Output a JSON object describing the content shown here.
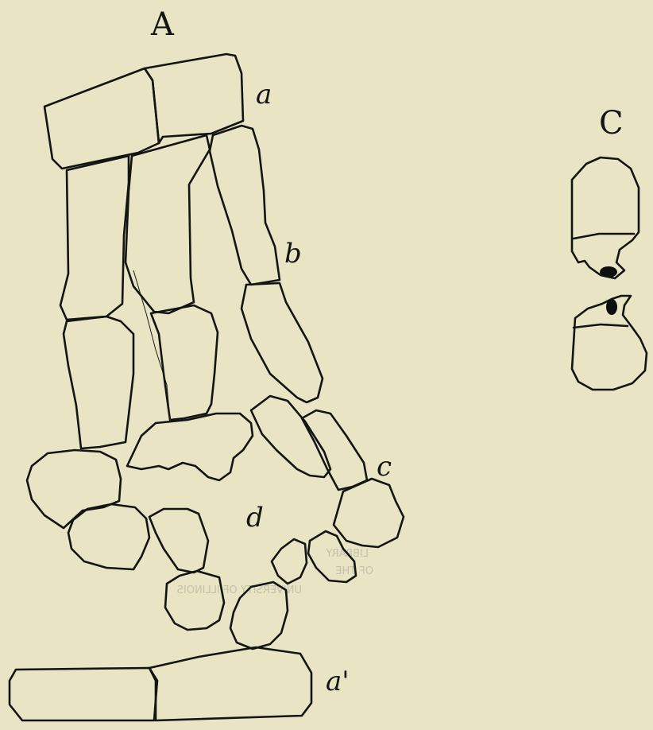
{
  "figure": {
    "background_color": "#e8e4c4",
    "ink_color": "#141414",
    "panels": [
      {
        "id": "A",
        "label": "A",
        "part_labels": {
          "a": "a",
          "b": "b",
          "c": "c",
          "d": "d",
          "a_prime": "a'"
        }
      },
      {
        "id": "C",
        "label": "C"
      }
    ],
    "show_through_text": [
      "LIBRARY",
      "OF THE",
      "UNIVERSITY OF ILLINOIS"
    ]
  }
}
